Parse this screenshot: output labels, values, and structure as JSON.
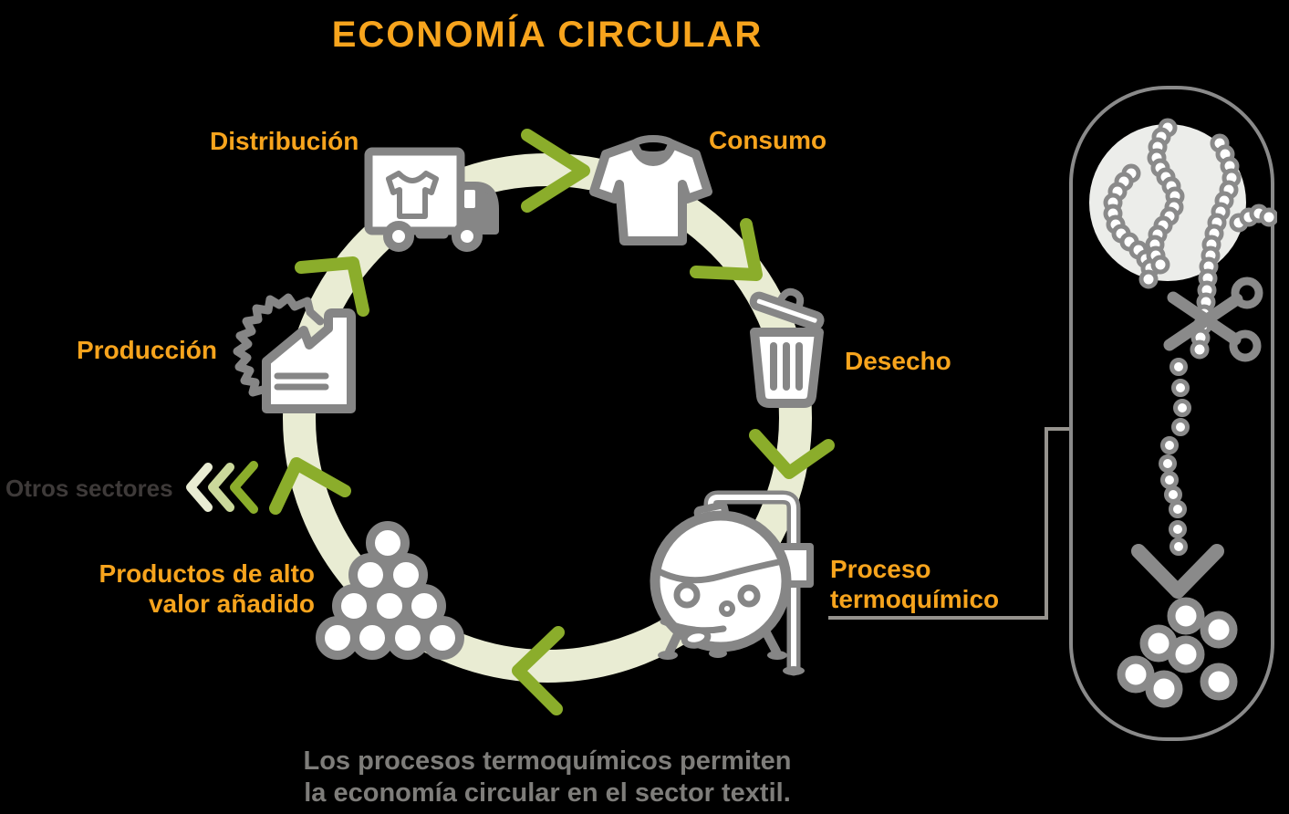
{
  "title": "ECONOMÍA CIRCULAR",
  "colors": {
    "background": "#000000",
    "accent_orange": "#F7A41D",
    "arrow_green": "#8BAD2B",
    "arrow_green_light": "#CBD89B",
    "band_pale": "#E9ECD3",
    "icon_gray": "#868686",
    "dark_text": "#3E3A39",
    "caption_gray": "#7E7D7A",
    "panel_outline": "#8A8A8A",
    "yarn_ball_bg": "#ECEDEA"
  },
  "cycle": {
    "stages": [
      {
        "label": "Distribución",
        "icon": "delivery-truck-icon"
      },
      {
        "label": "Consumo",
        "icon": "tshirt-icon"
      },
      {
        "label": "Desecho",
        "icon": "trash-can-icon"
      },
      {
        "label": "Proceso termoquímico",
        "lines": [
          "Proceso",
          "termoquímico"
        ],
        "icon": "chemical-reactor-icon"
      },
      {
        "label": "Productos de alto valor añadido",
        "lines": [
          "Productos de alto",
          "valor añadido"
        ],
        "icon": "pellet-pile-icon"
      },
      {
        "label": "Producción",
        "icon": "factory-icon"
      }
    ],
    "branch_label": "Otros sectores"
  },
  "caption": {
    "lines": [
      "Los procesos termoquímicos permiten",
      "la economía circular en el sector textil."
    ]
  },
  "side_panel": {
    "icons": [
      "yarn-ball-icon",
      "polymer-chain-icon",
      "scissors-icon",
      "arrow-down-icon",
      "monomer-cluster-icon"
    ]
  }
}
